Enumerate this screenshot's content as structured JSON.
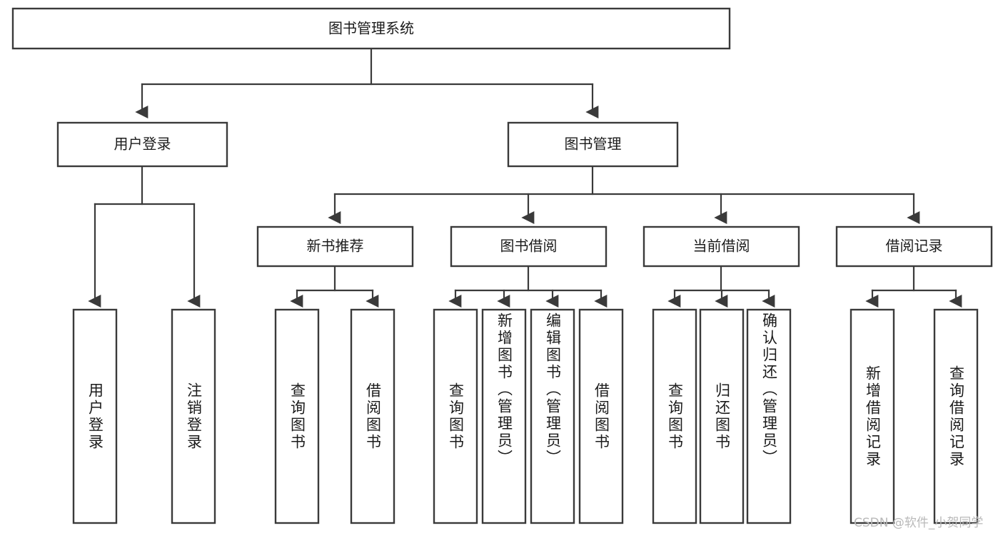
{
  "diagram": {
    "title": "图书管理系统",
    "type": "tree",
    "orientation": "top-down",
    "colors": {
      "box_stroke": "#3a3a3a",
      "box_fill": "#ffffff",
      "text": "#1b1b1b",
      "background": "#ffffff",
      "watermark": "#b9b9b9"
    },
    "root": {
      "label": "图书管理系统"
    },
    "level2": [
      {
        "label": "用户登录"
      },
      {
        "label": "图书管理"
      }
    ],
    "level3": [
      {
        "label": "新书推荐"
      },
      {
        "label": "图书借阅"
      },
      {
        "label": "当前借阅"
      },
      {
        "label": "借阅记录"
      }
    ],
    "leaves": {
      "user_login": [
        {
          "label": "用户登录"
        },
        {
          "label": "注销登录"
        }
      ],
      "new_book_recommend": [
        {
          "label": "查询图书"
        },
        {
          "label": "借阅图书"
        }
      ],
      "book_borrow": [
        {
          "label": "查询图书"
        },
        {
          "label": "新增图书（管理员）"
        },
        {
          "label": "编辑图书（管理员）"
        },
        {
          "label": "借阅图书"
        }
      ],
      "current_borrow": [
        {
          "label": "查询图书"
        },
        {
          "label": "归还图书"
        },
        {
          "label": "确认归还（管理员）"
        }
      ],
      "borrow_record": [
        {
          "label": "新增借阅记录"
        },
        {
          "label": "查询借阅记录"
        }
      ]
    }
  },
  "watermark": {
    "text": "CSDN @软件_小贺同学"
  }
}
